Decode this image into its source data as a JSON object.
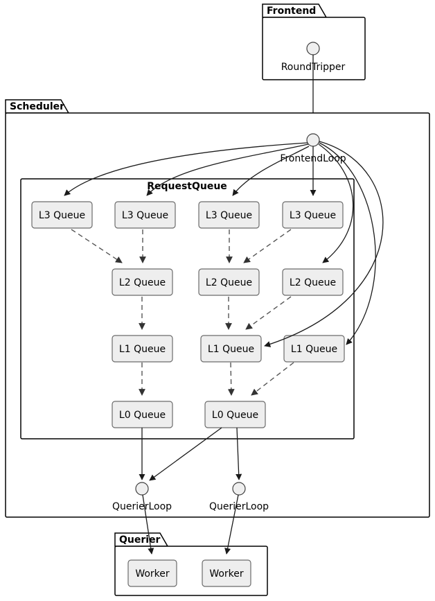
{
  "packages": {
    "frontend": {
      "title": "Frontend"
    },
    "scheduler": {
      "title": "Scheduler"
    },
    "querier": {
      "title": "Querier"
    }
  },
  "inner_package": {
    "title": "RequestQueue"
  },
  "interfaces": {
    "round_tripper": {
      "label": "RoundTripper"
    },
    "frontend_loop": {
      "label": "FrontendLoop"
    },
    "querier_loop_1": {
      "label": "QuerierLoop"
    },
    "querier_loop_2": {
      "label": "QuerierLoop"
    }
  },
  "queues": {
    "l3": [
      {
        "label": "L3 Queue"
      },
      {
        "label": "L3 Queue"
      },
      {
        "label": "L3 Queue"
      },
      {
        "label": "L3 Queue"
      }
    ],
    "l2": [
      {
        "label": "L2 Queue"
      },
      {
        "label": "L2 Queue"
      },
      {
        "label": "L2 Queue"
      }
    ],
    "l1": [
      {
        "label": "L1 Queue"
      },
      {
        "label": "L1 Queue"
      },
      {
        "label": "L1 Queue"
      }
    ],
    "l0": [
      {
        "label": "L0 Queue"
      },
      {
        "label": "L0 Queue"
      }
    ]
  },
  "workers": [
    {
      "label": "Worker"
    },
    {
      "label": "Worker"
    }
  ],
  "colors": {
    "node_fill": "#eeeeee",
    "node_stroke": "#6b6b6b",
    "package_stroke": "#000000",
    "edge_solid": "#1a1a1a",
    "edge_dashed": "#555555",
    "interface_fill": "#efefef",
    "background": "#ffffff"
  }
}
